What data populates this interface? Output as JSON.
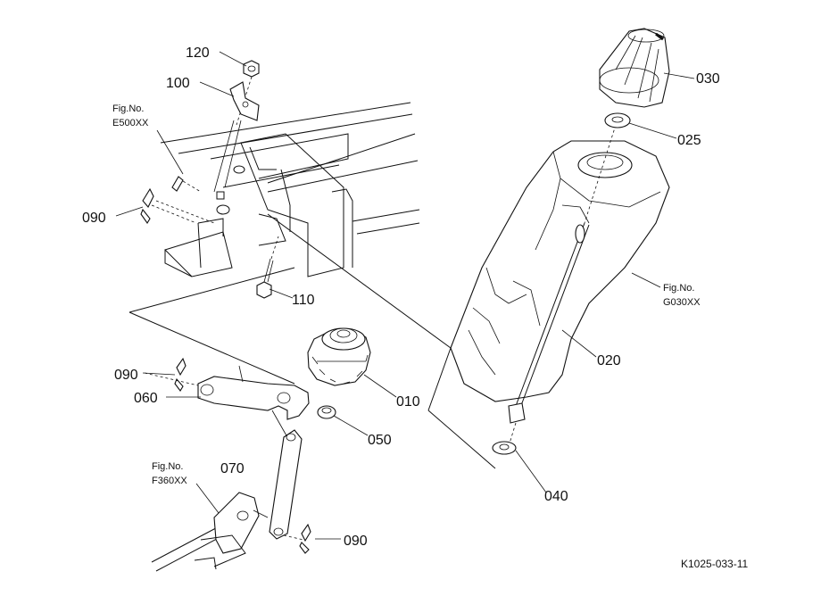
{
  "figure_refs": {
    "e500": {
      "line1": "Fig.No.",
      "line2": "E500XX"
    },
    "g030": {
      "line1": "Fig.No.",
      "line2": "G030XX"
    },
    "f360": {
      "line1": "Fig.No.",
      "line2": "F360XX"
    }
  },
  "callouts": {
    "p120": "120",
    "p100": "100",
    "p090_top": "090",
    "p110": "110",
    "p090_mid": "090",
    "p060": "060",
    "p010": "010",
    "p050": "050",
    "p070": "070",
    "p090_bottom": "090",
    "p030": "030",
    "p025": "025",
    "p020": "020",
    "p040": "040"
  },
  "drawing_code": "K1025-033-11"
}
